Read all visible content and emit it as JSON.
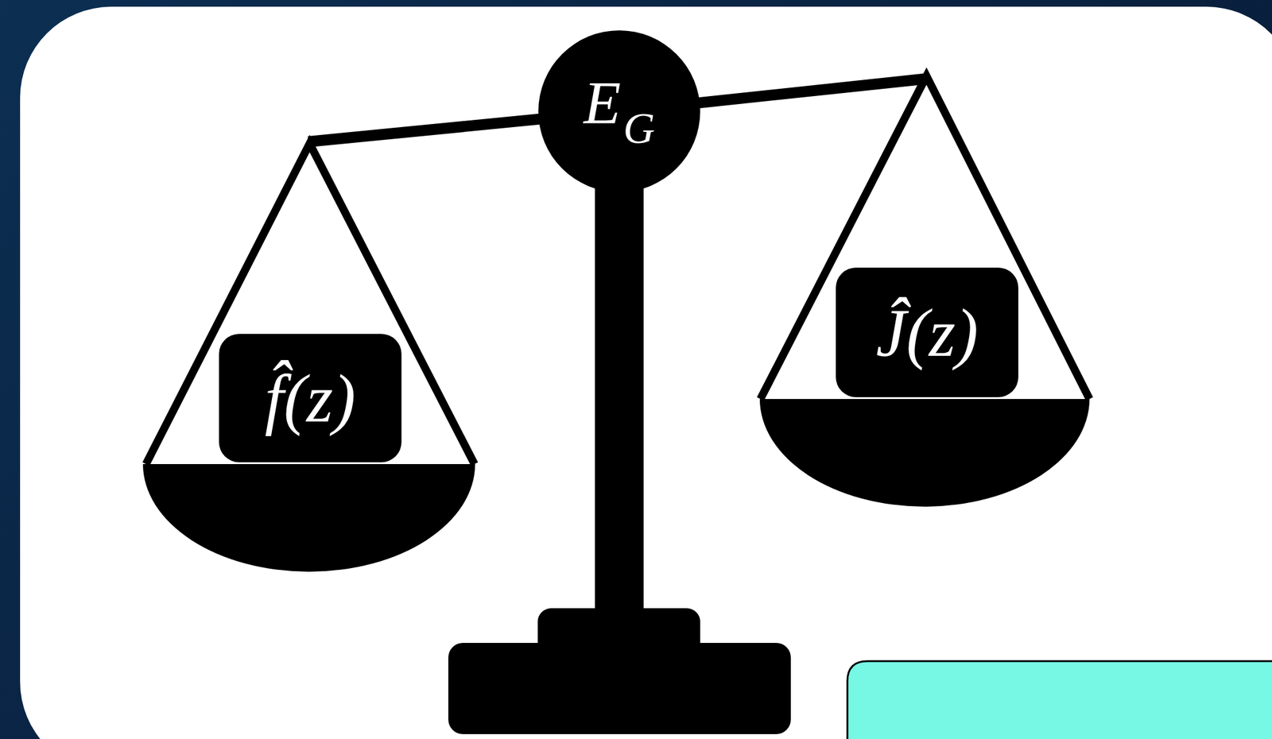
{
  "diagram": {
    "nodes": [
      {
        "text": [
          "E",
          "G"
        ]
      },
      {
        "text": [
          "f̂(z)"
        ]
      },
      {
        "text": [
          "Ĵ(z)"
        ]
      }
    ]
  }
}
